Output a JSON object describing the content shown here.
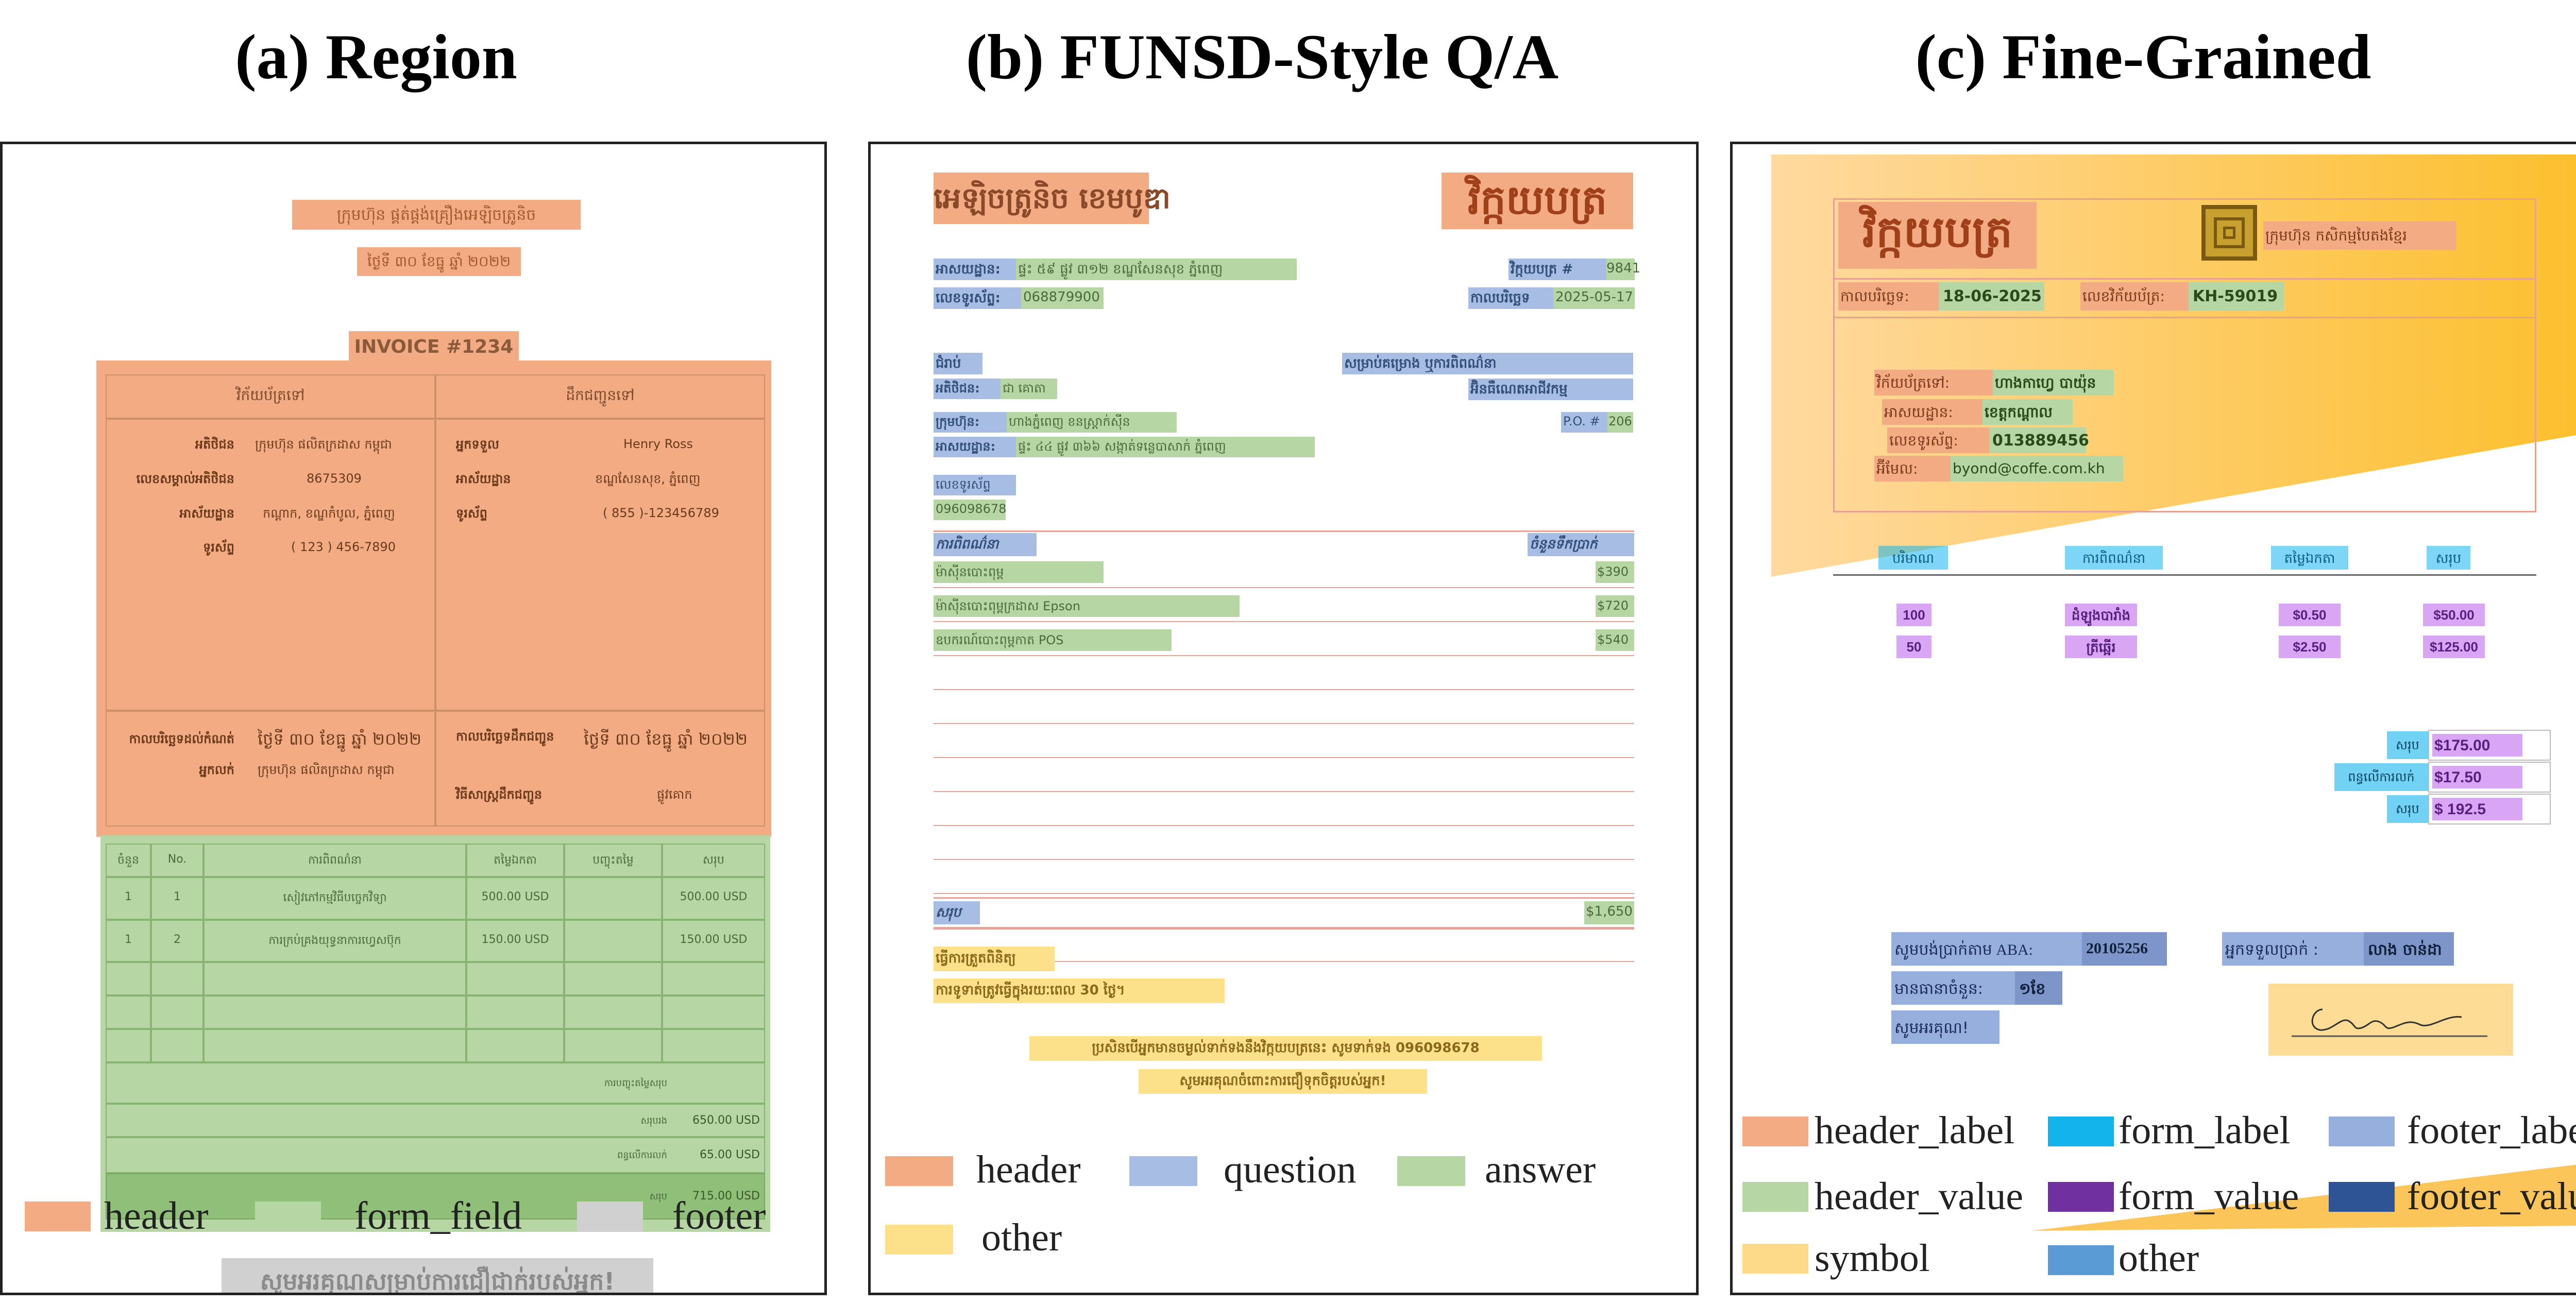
{
  "panels": [
    {
      "id": "a",
      "title": "(a) Region",
      "legend": [
        {
          "label": "header",
          "color": "#f3ab84"
        },
        {
          "label": "form_field",
          "color": "#b6d7a3"
        },
        {
          "label": "footer",
          "color": "#d0d0d0"
        }
      ],
      "doc": {
        "company": "ក្រុមហ៊ុន ផ្គត់ផ្គង់គ្រឿងអេឡិចត្រូនិច",
        "date": "ថ្ងៃទី ៣០ ខែធ្នូ ឆ្នាំ ២០២២",
        "invoice_title": "INVOICE #1234",
        "bill_to": "វិក័យប័ត្រទៅ",
        "ship_to": "ដឹកជញ្ជូនទៅ",
        "left_rows": [
          {
            "k": "អតិថិជន",
            "v": "ក្រុមហ៊ុន ផលិតក្រដាស កម្ពុជា"
          },
          {
            "k": "លេខសម្គាល់អតិថិជន",
            "v": "8675309"
          },
          {
            "k": "អាស័យដ្ឋាន",
            "v": "កណ្តាក, ខណ្ឌកំបូល, ភ្នំពេញ"
          },
          {
            "k": "ទូរស័ព្ទ",
            "v": "( 123 ) 456-7890"
          }
        ],
        "right_rows": [
          {
            "k": "អ្នកទទួល",
            "v": "Henry Ross"
          },
          {
            "k": "អាស័យដ្ឋាន",
            "v": "ខណ្ឌសែនសុខ, ភ្នំពេញ"
          },
          {
            "k": "ទូរស័ព្ទ",
            "v": "( 855 )-123456789"
          }
        ],
        "left_rows2": [
          {
            "k": "កាលបរិច្ឆេទដល់កំណត់",
            "v": "ថ្ងៃទី ៣០ ខែធ្នូ ឆ្នាំ ២០២២"
          },
          {
            "k": "អ្នកលក់",
            "v": "ក្រុមហ៊ុន ផលិតក្រដាស កម្ពុជា"
          }
        ],
        "right_rows2": [
          {
            "k": "កាលបរិច្ឆេទដឹកជញ្ជូន",
            "v": "ថ្ងៃទី ៣០ ខែធ្នូ ឆ្នាំ ២០២២"
          },
          {
            "k": "វិធីសាស្ត្រដឹកជញ្ជូន",
            "v": "ផ្លូវគោក"
          }
        ],
        "table_headers": [
          "ចំនួន",
          "No.",
          "ការពិពណ៌នា",
          "តម្លៃឯកតា",
          "បញ្ចុះតម្លៃ",
          "សរុប"
        ],
        "table_rows": [
          [
            "1",
            "1",
            "សៀវភៅកម្មវិធីបច្ចេកវិទ្យា",
            "500.00 USD",
            "",
            "500.00 USD"
          ],
          [
            "1",
            "2",
            "ការក្រប់គ្រងយុទ្ធនាការហ្វេសប៊ុក",
            "150.00 USD",
            "",
            "150.00 USD"
          ]
        ],
        "totals": [
          {
            "k": "ការបញ្ចុះតម្លៃសរុប",
            "v": ""
          },
          {
            "k": "សរុបរង",
            "v": "650.00 USD"
          },
          {
            "k": "ពន្ធលើការលក់",
            "v": "65.00 USD"
          },
          {
            "k": "សរុប",
            "v": "715.00 USD"
          }
        ],
        "footer": "សូមអរគុណសម្រាប់ការជឿជាក់របស់អ្នក!"
      }
    },
    {
      "id": "b",
      "title": "(b) FUNSD-Style Q/A",
      "legend": [
        {
          "label": "header",
          "color": "#f3ab84"
        },
        {
          "label": "question",
          "color": "#a8bde3"
        },
        {
          "label": "answer",
          "color": "#b6d7a3"
        },
        {
          "label": "other",
          "color": "#fde08a"
        }
      ],
      "doc": {
        "company": "អេឡិចត្រូនិច ខេមបូឌា",
        "doc_title": "វិក្កយបត្រ",
        "address_q": "អាសយដ្ឋាន:",
        "address_a": "ផ្ទះ ៥៩ ផ្លូវ ៣១២ ខណ្ឌសែនសុខ ភ្នំពេញ",
        "phone_q": "លេខទូរស័ព្ទ:",
        "phone_a": "068879900",
        "inv_q": "វិក្កយបត្រ #",
        "inv_a": "9841",
        "date_q": "កាលបរិច្ឆេទ",
        "date_a": "2025-05-17",
        "to": "ជំរាប់",
        "for_q": "សម្រាប់គម្រោង ឬការពិពណ៌នា",
        "for_a": "អ៊ិនធឺណេតអាជីវកម្ម",
        "cust_q": "អតិថិជន:",
        "cust_a": "ជា គោតា",
        "comp_q": "ក្រុមហ៊ុន:",
        "comp_a": "ហាងភ្នំពេញ ខនស្រ្តាក់ស៊ីន",
        "caddr_q": "អាសយដ្ឋាន:",
        "caddr_a": "ផ្ទះ ៤៤ ផ្លូវ ៣៦៦ សង្កាត់ទន្លេបាសាក់ ភ្នំពេញ",
        "po_q": "P.O. #",
        "po_a": "206",
        "cphone_q": "លេខទូរស័ព្ទ",
        "cphone_a": "096098678",
        "desc_h": "ការពិពណ៌នា",
        "amt_h": "ចំនួនទឹកប្រាក់",
        "items": [
          {
            "d": "ម៉ាស៊ីនបោះពុម្ព",
            "a": "$390"
          },
          {
            "d": "ម៉ាស៊ីនបោះពុម្ពក្រដាស Epson",
            "a": "$720"
          },
          {
            "d": "ឧបករណ៍បោះពុម្ពកាត POS",
            "a": "$540"
          }
        ],
        "total_q": "សរុប",
        "total_a": "$1,650",
        "note1": "ធ្វើការត្រួតពិនិត្យ",
        "note2": "ការទូទាត់ត្រូវធ្វើក្នុងរយៈពេល 30 ថ្ងៃ។",
        "note3": "ប្រសិនបើអ្នកមានចម្ងល់ទាក់ទងនឹងវិក្កយបត្រនេះ សូមទាក់ទង 096098678",
        "note4": "សូមអរគុណចំពោះការជឿទុកចិត្តរបស់អ្នក!"
      }
    },
    {
      "id": "c",
      "title": "(c) Fine-Grained",
      "legend": [
        {
          "label": "header_label",
          "color": "#f3ab84"
        },
        {
          "label": "form_label",
          "color": "#13b4ec"
        },
        {
          "label": "footer_label",
          "color": "#96afdc"
        },
        {
          "label": "header_value",
          "color": "#b6d7a3"
        },
        {
          "label": "form_value",
          "color": "#7030a0"
        },
        {
          "label": "footer_value",
          "color": "#2f5496"
        },
        {
          "label": "symbol",
          "color": "#fdd98a"
        },
        {
          "label": "other",
          "color": "#5b9bd5"
        }
      ],
      "doc": {
        "doc_title": "វិក្កយបត្រ",
        "company": "ក្រុមហ៊ុន កសិកម្មបៃតងខ្មែរ",
        "date_k": "កាលបរិច្ឆេទ:",
        "date_v": "18-06-2025",
        "inv_k": "លេខវិក័យប័ត្រ:",
        "inv_v": "KH-59019",
        "to_k": "វិក័យប័ត្រទៅ:",
        "to_v": "ហាងកាហ្វេ បាយ៉ុន",
        "addr_k": "អាសយដ្ឋាន:",
        "addr_v": "ខេត្តកណ្ដាល",
        "phone_k": "លេខទូរស័ព្ទ:",
        "phone_v": "013889456",
        "email_k": "អ៊ីមែល:",
        "email_v": "byond@coffe.com.kh",
        "th": [
          "បរិមាណ",
          "ការពិពណ៌នា",
          "តម្លៃឯកតា",
          "សរុប"
        ],
        "rows": [
          [
            "100",
            "ដំឡូងបារាំង",
            "$0.50",
            "$50.00"
          ],
          [
            "50",
            "ត្រីឆ្អើរ",
            "$2.50",
            "$125.00"
          ]
        ],
        "sum": [
          {
            "k": "សរុប",
            "v": "$175.00"
          },
          {
            "k": "ពន្ធលើការលក់",
            "v": "$17.50"
          },
          {
            "k": "សរុប",
            "v": "$ 192.5"
          }
        ],
        "pay_k": "សូមបង់ប្រាក់តាម ABA:",
        "pay_v": "20105256",
        "recv_k": "អ្នកទទួលប្រាក់ :",
        "recv_v": "លាង ចាន់ដា",
        "term_k": "មានធានាចំនួន:",
        "term_v": "១ខែ",
        "thanks": "សូមអរគុណ!"
      }
    }
  ]
}
